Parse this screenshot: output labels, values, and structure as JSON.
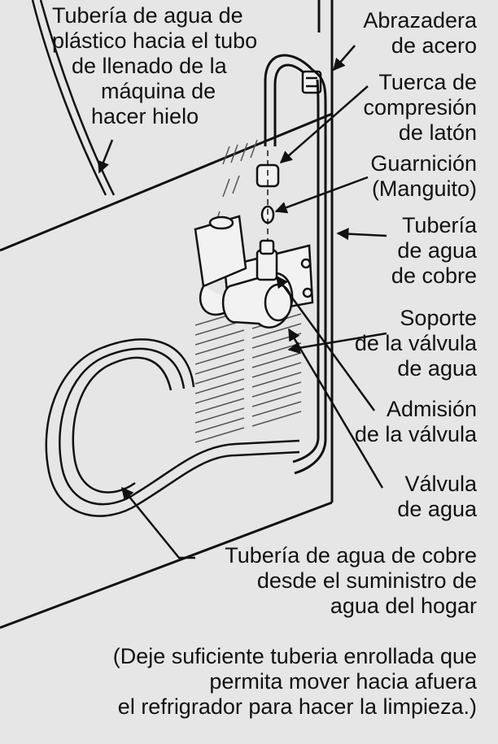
{
  "labels": {
    "plastic_line": [
      "Tubería de agua de",
      "plástico hacia el tubo",
      "de llenado de la",
      "máquina de",
      "hacer hielo"
    ],
    "steel_clamp": [
      "Abrazadera",
      "de acero"
    ],
    "brass_nut": [
      "Tuerca de",
      "compresión",
      "de latón"
    ],
    "ferrule": [
      "Guarnición",
      "(Manguito)"
    ],
    "copper_line": [
      "Tubería",
      "de agua",
      "de cobre"
    ],
    "valve_bracket": [
      "Soporte",
      "de la válvula",
      "de agua"
    ],
    "valve_inlet": [
      "Admisión",
      "de la válvula"
    ],
    "water_valve": [
      "Válvula",
      "de agua"
    ],
    "supply_line": [
      "Tubería de agua de cobre",
      "desde el suministro de",
      "agua del hogar"
    ],
    "note": [
      "(Deje suficiente tuberia enrollada que",
      "permita mover hacia afuera",
      "el refrigrador para hacer la limpieza.)"
    ]
  }
}
